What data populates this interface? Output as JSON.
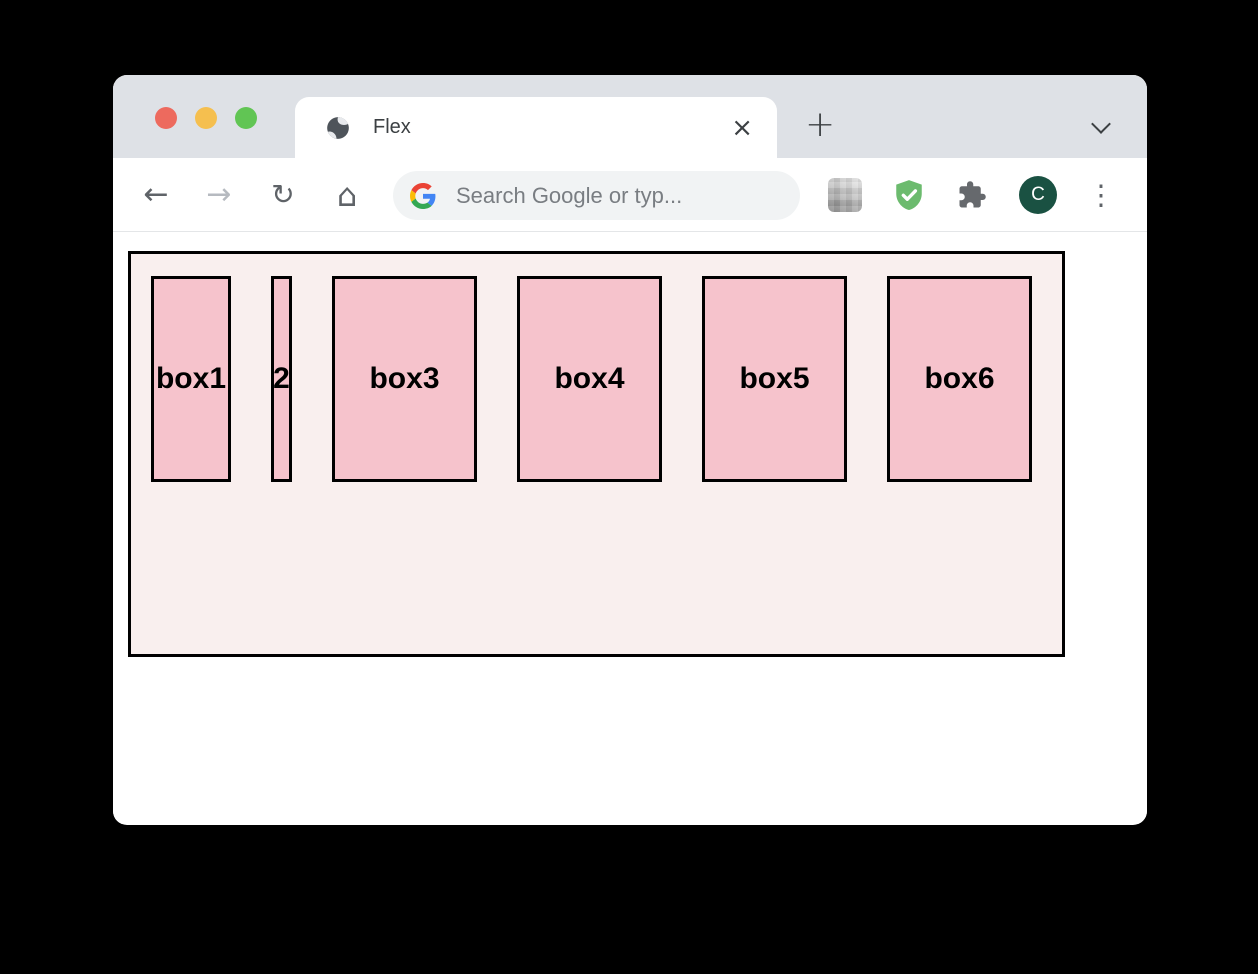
{
  "window": {
    "traffic_lights": [
      {
        "name": "close"
      },
      {
        "name": "minimize"
      },
      {
        "name": "maximize"
      }
    ]
  },
  "tab_strip": {
    "active_tab": {
      "title": "Flex",
      "close_glyph": "×"
    },
    "new_tab_glyph": "+"
  },
  "toolbar": {
    "back_glyph": "←",
    "forward_glyph": "→",
    "reload_glyph": "↻",
    "home_glyph": "⌂",
    "search": {
      "placeholder": "Search Google or typ..."
    },
    "profile": {
      "initial": "C"
    },
    "menu_glyph": "⋮"
  },
  "page": {
    "boxes": [
      {
        "label": "box1"
      },
      {
        "label": "2"
      },
      {
        "label": "box3"
      },
      {
        "label": "box4"
      },
      {
        "label": "box5"
      },
      {
        "label": "box6"
      }
    ]
  },
  "colors": {
    "traffic_red": "#ed6a5e",
    "traffic_yellow": "#f5bf4f",
    "traffic_green": "#61c554",
    "tabstrip_bg": "#dee1e6",
    "toolbar_icon": "#5f6368",
    "forward_disabled": "#b6bac0",
    "searchbar_bg": "#f1f3f4",
    "placeholder": "#797d82",
    "shield_green": "#6cbb6e",
    "profile_green": "#1a5142",
    "container_bg": "#f9efee",
    "box_bg": "#f6c3cc",
    "box_border": "#000000"
  }
}
